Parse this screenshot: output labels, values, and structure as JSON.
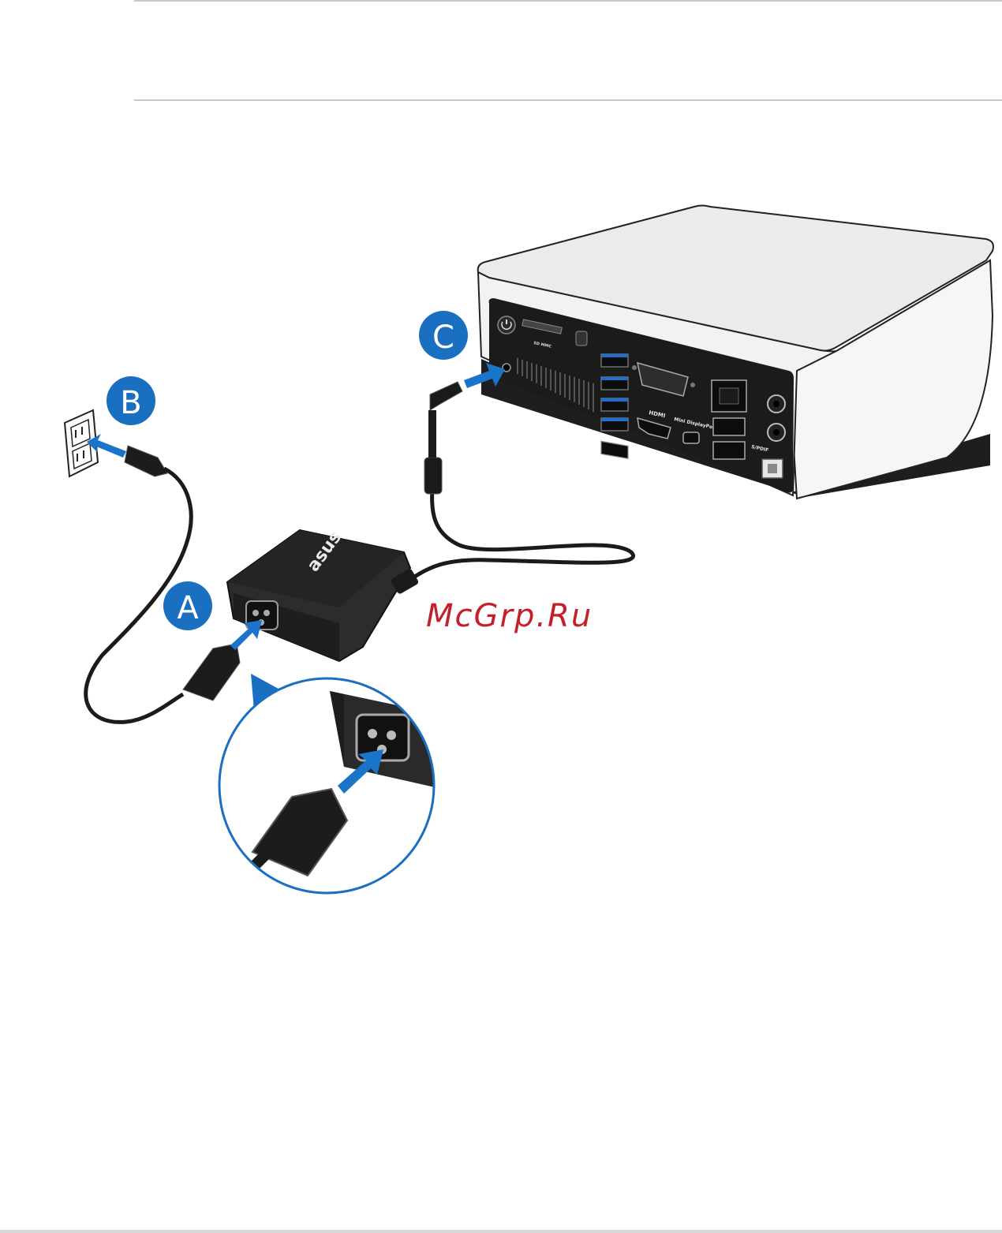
{
  "callouts": {
    "a": "A",
    "b": "B",
    "c": "C"
  },
  "ports": {
    "sd_label": "SD MMC",
    "hdmi_label": "HDMI",
    "mini_dp_label": "Mini DisplayPort",
    "spdif_label": "S/PDIF"
  },
  "adapter": {
    "brand": "asus"
  },
  "watermark": "McGrp.Ru",
  "colors": {
    "callout_blue": "#1b6fc0",
    "arrow_blue": "#1a74c9",
    "watermark_red": "#c4202b",
    "device_white": "#f4f4f4",
    "adapter_black": "#2a2a2a"
  }
}
